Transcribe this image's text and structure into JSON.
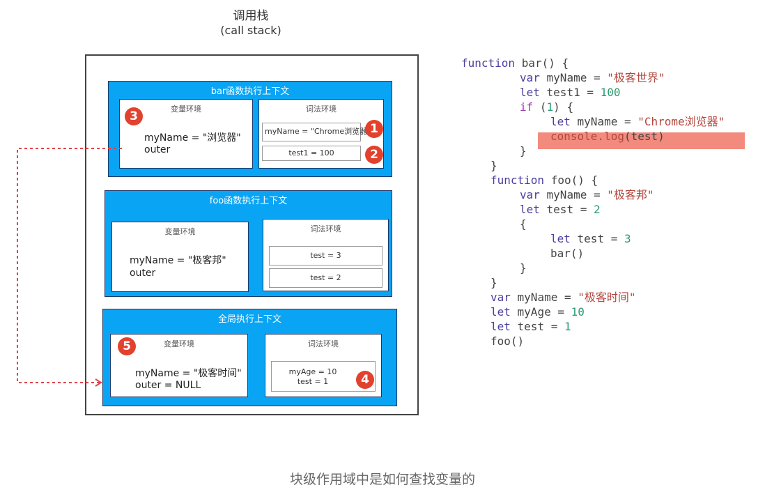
{
  "header": {
    "title_cn": "调用栈",
    "title_en": "(call stack)"
  },
  "colors": {
    "context_bg": "#0aa4f4",
    "badge": "#e2412e",
    "highlight": "#f28b7d",
    "arrow": "#e0454a"
  },
  "contexts": {
    "bar": {
      "title": "bar函数执行上下文",
      "variable_env": {
        "title": "变量环境",
        "lines": [
          "myName = \"浏览器\"",
          "outer"
        ]
      },
      "lexical_env": {
        "title": "词法环境",
        "cells": [
          "myName = \"Chrome浏览器\"",
          "test1 = 100"
        ]
      }
    },
    "foo": {
      "title": "foo函数执行上下文",
      "variable_env": {
        "title": "变量环境",
        "lines": [
          "myName = \"极客邦\"",
          "outer"
        ]
      },
      "lexical_env": {
        "title": "词法环境",
        "cells": [
          "test = 3",
          "test = 2"
        ]
      }
    },
    "global": {
      "title": "全局执行上下文",
      "variable_env": {
        "title": "变量环境",
        "lines": [
          "myName = \"极客时间\"",
          "outer = NULL"
        ]
      },
      "lexical_env": {
        "title": "词法环境",
        "cells": [
          "myAge = 10",
          "test = 1"
        ]
      }
    }
  },
  "badges": [
    "1",
    "2",
    "3",
    "4",
    "5"
  ],
  "code": {
    "lines": [
      {
        "indent": 0,
        "tokens": [
          [
            "kw",
            "function"
          ],
          [
            "id",
            " bar() {"
          ]
        ]
      },
      {
        "indent": 2,
        "tokens": [
          [
            "kw",
            "var"
          ],
          [
            "id",
            " myName = "
          ],
          [
            "str",
            "\"极客世界\""
          ]
        ]
      },
      {
        "indent": 2,
        "tokens": [
          [
            "kw",
            "let"
          ],
          [
            "id",
            " test1 = "
          ],
          [
            "num",
            "100"
          ]
        ]
      },
      {
        "indent": 2,
        "tokens": [
          [
            "kw2",
            "if"
          ],
          [
            "id",
            " ("
          ],
          [
            "num",
            "1"
          ],
          [
            "id",
            ") {"
          ]
        ]
      },
      {
        "indent": 3,
        "tokens": [
          [
            "kw",
            "let"
          ],
          [
            "id",
            " myName = "
          ],
          [
            "str",
            "\"Chrome浏览器\""
          ]
        ]
      },
      {
        "indent": 3,
        "tokens": [
          [
            "str",
            "console.log"
          ],
          [
            "id",
            "(test)"
          ]
        ]
      },
      {
        "indent": 2,
        "tokens": [
          [
            "id",
            "}"
          ]
        ]
      },
      {
        "indent": 1,
        "tokens": [
          [
            "id",
            "}"
          ]
        ]
      },
      {
        "indent": 1,
        "tokens": [
          [
            "kw",
            "function"
          ],
          [
            "id",
            " foo() {"
          ]
        ]
      },
      {
        "indent": 2,
        "tokens": [
          [
            "kw",
            "var"
          ],
          [
            "id",
            " myName = "
          ],
          [
            "str",
            "\"极客邦\""
          ]
        ]
      },
      {
        "indent": 2,
        "tokens": [
          [
            "kw",
            "let"
          ],
          [
            "id",
            " test = "
          ],
          [
            "num",
            "2"
          ]
        ]
      },
      {
        "indent": 2,
        "tokens": [
          [
            "id",
            "{"
          ]
        ]
      },
      {
        "indent": 3,
        "tokens": [
          [
            "kw",
            "let"
          ],
          [
            "id",
            " test = "
          ],
          [
            "num",
            "3"
          ]
        ]
      },
      {
        "indent": 3,
        "tokens": [
          [
            "id",
            "bar()"
          ]
        ]
      },
      {
        "indent": 2,
        "tokens": [
          [
            "id",
            "}"
          ]
        ]
      },
      {
        "indent": 1,
        "tokens": [
          [
            "id",
            "}"
          ]
        ]
      },
      {
        "indent": 1,
        "tokens": [
          [
            "kw",
            "var"
          ],
          [
            "id",
            " myName = "
          ],
          [
            "str",
            "\"极客时间\""
          ]
        ]
      },
      {
        "indent": 1,
        "tokens": [
          [
            "kw",
            "let"
          ],
          [
            "id",
            " myAge = "
          ],
          [
            "num",
            "10"
          ]
        ]
      },
      {
        "indent": 1,
        "tokens": [
          [
            "kw",
            "let"
          ],
          [
            "id",
            " test = "
          ],
          [
            "num",
            "1"
          ]
        ]
      },
      {
        "indent": 1,
        "tokens": [
          [
            "id",
            "foo()"
          ]
        ]
      }
    ]
  },
  "caption": "块级作用域中是如何查找变量的"
}
